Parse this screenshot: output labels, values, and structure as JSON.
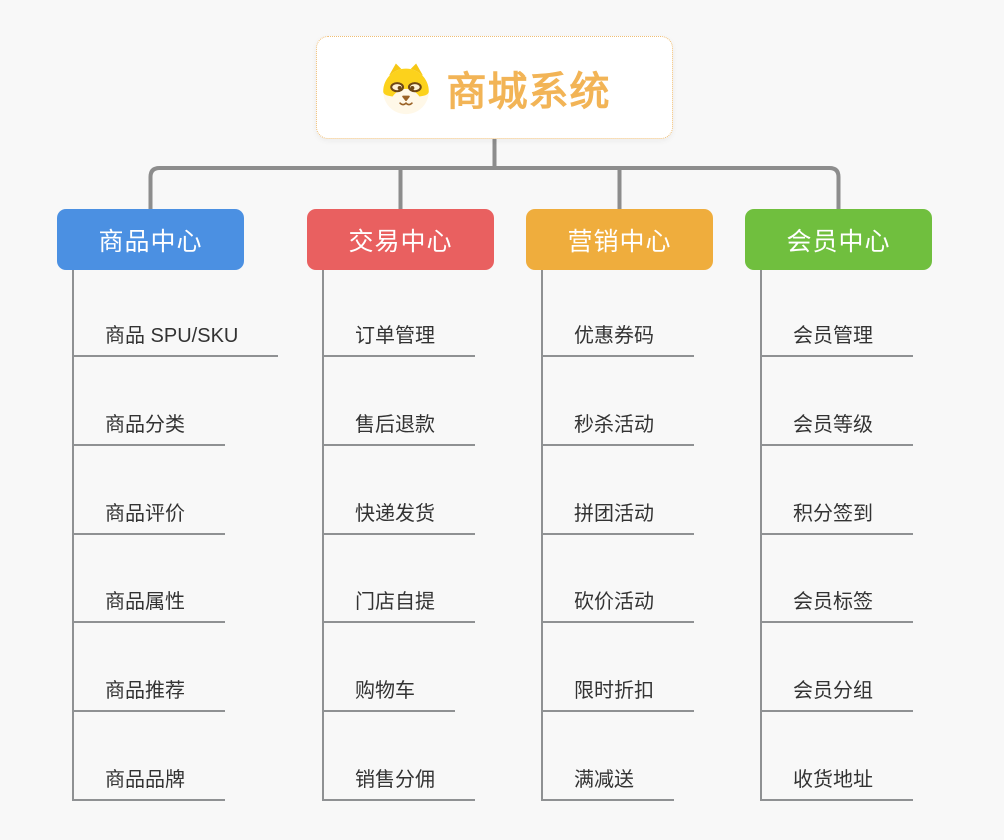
{
  "root": {
    "title": "商城系统",
    "icon": "dog-face-icon"
  },
  "branches": [
    {
      "label": "商品中心",
      "color": "#4B90E2",
      "children": [
        "商品 SPU/SKU",
        "商品分类",
        "商品评价",
        "商品属性",
        "商品推荐",
        "商品品牌"
      ]
    },
    {
      "label": "交易中心",
      "color": "#E96060",
      "children": [
        "订单管理",
        "售后退款",
        "快递发货",
        "门店自提",
        "购物车",
        "销售分佣"
      ]
    },
    {
      "label": "营销中心",
      "color": "#EFAD3D",
      "children": [
        "优惠券码",
        "秒杀活动",
        "拼团活动",
        "砍价活动",
        "限时折扣",
        "满减送"
      ]
    },
    {
      "label": "会员中心",
      "color": "#70BF3E",
      "children": [
        "会员管理",
        "会员等级",
        "积分签到",
        "会员标签",
        "会员分组",
        "收货地址"
      ]
    }
  ],
  "colors": {
    "background": "#f8f8f8",
    "connector": "#8D8D8D",
    "child_line": "#8F9193",
    "child_text": "#333333",
    "root_text": "#F2B456",
    "root_border": "#F0BE74"
  }
}
